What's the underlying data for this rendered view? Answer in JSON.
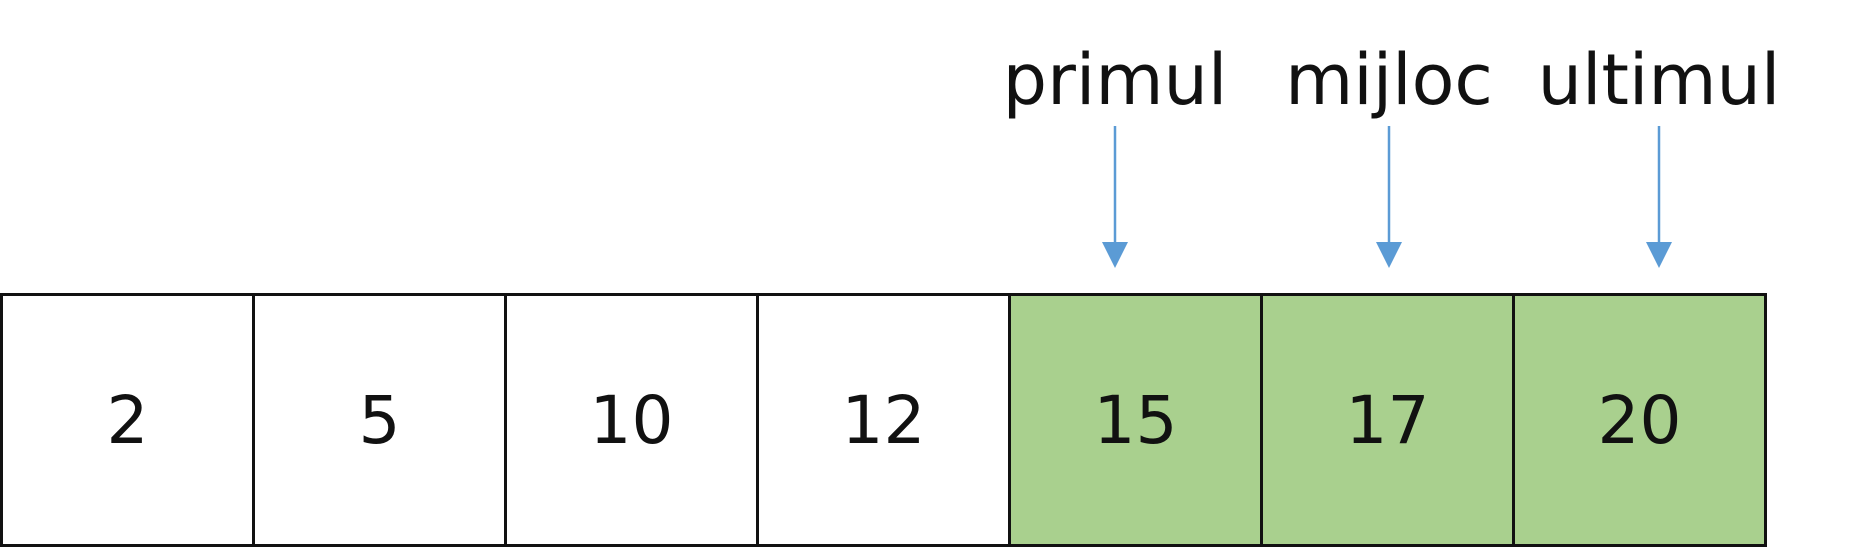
{
  "diagram": {
    "cells": [
      {
        "value": "2",
        "highlighted": false
      },
      {
        "value": "5",
        "highlighted": false
      },
      {
        "value": "10",
        "highlighted": false
      },
      {
        "value": "12",
        "highlighted": false
      },
      {
        "value": "15",
        "highlighted": true
      },
      {
        "value": "17",
        "highlighted": true
      },
      {
        "value": "20",
        "highlighted": true
      }
    ],
    "pointers": [
      {
        "label": "primul",
        "target_index": 4
      },
      {
        "label": "mijloc",
        "target_index": 5
      },
      {
        "label": "ultimul",
        "target_index": 6
      }
    ],
    "colors": {
      "highlight": "#a9d08e",
      "arrow": "#5b9bd5",
      "border": "#111111"
    }
  }
}
